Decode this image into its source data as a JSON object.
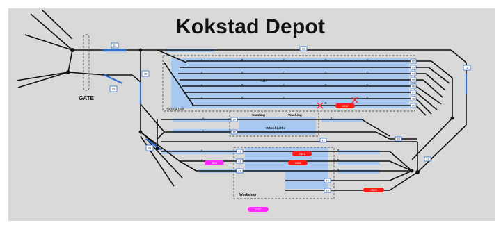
{
  "title": "Kokstad Depot",
  "colors": {
    "panel": "#d9d9d9",
    "track": "#111111",
    "track_section_highlight": "#a8c8ef",
    "occupied_train": "#ff1a1a",
    "reserved_train": "#ff2cff",
    "marker_box": "#2f6fd0",
    "conflict_cross": "#ff2a2a"
  },
  "labels": {
    "gate": "GATE",
    "parking_hall": "Parking Hall",
    "sanding": "Sanding",
    "washing": "Washing",
    "wheel_lathe": "Wheel Lathe",
    "workshop": "Workshop",
    "hall_center_tag": "A31"
  },
  "hall_column_letters": [
    "A",
    "B",
    "C",
    "D",
    "E"
  ],
  "hall_track_numbers": [
    "02",
    "03",
    "04",
    "05",
    "06",
    "07",
    "08",
    "09"
  ],
  "signal_markers": {
    "top_entry": "21",
    "right_loop": "10",
    "gate_left": "22",
    "gate_lower": "23",
    "top_mid": "11",
    "lower_left": "31",
    "facilities_upper": "14",
    "facilities_lower": "15",
    "workshop_1": "41",
    "workshop_2": "42",
    "workshop_3": "43",
    "workshop_4": "44",
    "workshop_5": "45",
    "lower_right_1": "16",
    "lower_right_2": "17"
  },
  "trains": {
    "hall_train": "4017",
    "workshop_upper": "2301",
    "workshop_middle": "2405",
    "workshop_left_reserved": "2511",
    "workshop_lower_right": "2603",
    "bottom_reserved": "2207"
  }
}
